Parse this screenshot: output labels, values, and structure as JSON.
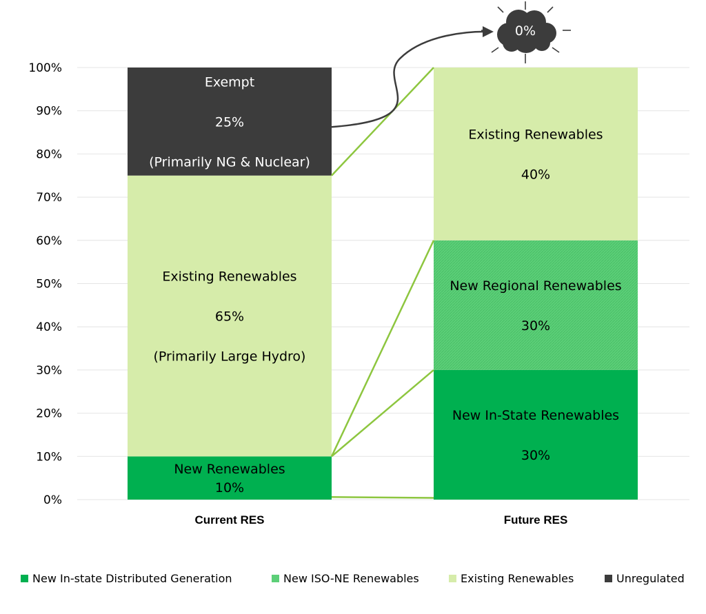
{
  "chart_data": {
    "type": "bar",
    "stacked": true,
    "categories": [
      "Current RES",
      "Future RES"
    ],
    "ylim": [
      0,
      100
    ],
    "y_ticks": [
      "0%",
      "10%",
      "20%",
      "30%",
      "40%",
      "50%",
      "60%",
      "70%",
      "80%",
      "90%",
      "100%"
    ],
    "grid": true,
    "legend_position": "bottom",
    "colors": {
      "in_state": "#00b050",
      "iso_ne": "#5ccf78",
      "existing": "#d6ecaa",
      "unregulated": "#3c3c3c",
      "connector": "#8dc63f"
    },
    "series": [
      {
        "name": "New In-state Distributed Generation",
        "values": [
          10,
          30
        ]
      },
      {
        "name": "New ISO-NE Renewables",
        "values": [
          0,
          30
        ]
      },
      {
        "name": "Existing Renewables",
        "values": [
          65,
          40
        ]
      },
      {
        "name": "Unregulated",
        "values": [
          25,
          0
        ]
      }
    ],
    "segment_labels": {
      "current": [
        {
          "lines": [
            "New  Renewables",
            "10%"
          ]
        },
        {
          "lines": [
            "Existing Renewables",
            "65%",
            "(Primarily Large Hydro)"
          ]
        },
        {
          "lines": [
            "Exempt",
            "25%",
            "(Primarily NG & Nuclear)"
          ]
        }
      ],
      "future": [
        {
          "lines": [
            "New In-State Renewables",
            "30%"
          ]
        },
        {
          "lines": [
            "New Regional Renewables",
            "30%"
          ]
        },
        {
          "lines": [
            "Existing Renewables",
            "40%"
          ]
        }
      ]
    },
    "annotation": {
      "text": "0%",
      "icon": "cloud-burst-icon"
    }
  }
}
